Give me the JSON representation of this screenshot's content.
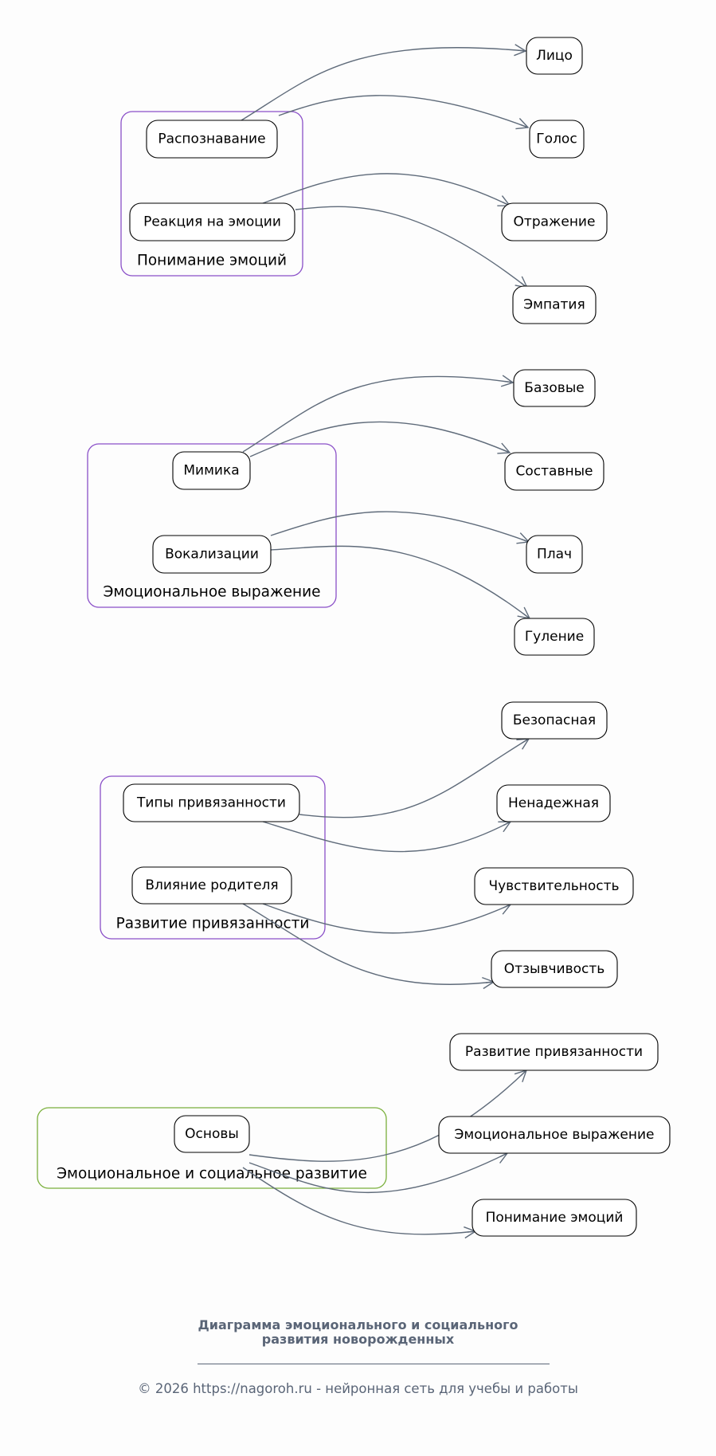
{
  "colors": {
    "background": "#fdfdfd",
    "cluster_purple": "#8a4fc8",
    "cluster_green": "#7ab03c",
    "edge": "#5f6b7a",
    "footer_text": "#5a6577"
  },
  "clusters": [
    {
      "id": "understanding",
      "label": "Понимание эмоций",
      "color": "purple",
      "nodes": [
        {
          "id": "recognition",
          "label": "Распознавание"
        },
        {
          "id": "reaction",
          "label": "Реакция на эмоции"
        }
      ]
    },
    {
      "id": "expression",
      "label": "Эмоциональное выражение",
      "color": "purple",
      "nodes": [
        {
          "id": "mimicry",
          "label": "Мимика"
        },
        {
          "id": "vocalization",
          "label": "Вокализации"
        }
      ]
    },
    {
      "id": "attachment",
      "label": "Развитие привязанности",
      "color": "purple",
      "nodes": [
        {
          "id": "types",
          "label": "Типы привязанности"
        },
        {
          "id": "parent",
          "label": "Влияние родителя"
        }
      ]
    },
    {
      "id": "root",
      "label": "Эмоциональное и социальное развитие",
      "color": "green",
      "nodes": [
        {
          "id": "basics",
          "label": "Основы"
        }
      ]
    }
  ],
  "leaf_nodes": [
    {
      "id": "face",
      "label": "Лицо"
    },
    {
      "id": "voice",
      "label": "Голос"
    },
    {
      "id": "reflection",
      "label": "Отражение"
    },
    {
      "id": "empathy",
      "label": "Эмпатия"
    },
    {
      "id": "basic",
      "label": "Базовые"
    },
    {
      "id": "complex",
      "label": "Составные"
    },
    {
      "id": "crying",
      "label": "Плач"
    },
    {
      "id": "cooing",
      "label": "Гуление"
    },
    {
      "id": "secure",
      "label": "Безопасная"
    },
    {
      "id": "insecure",
      "label": "Ненадежная"
    },
    {
      "id": "sensitivity",
      "label": "Чувствительность"
    },
    {
      "id": "responsiveness",
      "label": "Отзывчивость"
    },
    {
      "id": "ref_attachment",
      "label": "Развитие привязанности"
    },
    {
      "id": "ref_expression",
      "label": "Эмоциональное выражение"
    },
    {
      "id": "ref_understanding",
      "label": "Понимание эмоций"
    }
  ],
  "edges": [
    {
      "from": "recognition",
      "to": "face"
    },
    {
      "from": "recognition",
      "to": "voice"
    },
    {
      "from": "reaction",
      "to": "reflection"
    },
    {
      "from": "reaction",
      "to": "empathy"
    },
    {
      "from": "mimicry",
      "to": "basic"
    },
    {
      "from": "mimicry",
      "to": "complex"
    },
    {
      "from": "vocalization",
      "to": "crying"
    },
    {
      "from": "vocalization",
      "to": "cooing"
    },
    {
      "from": "types",
      "to": "secure"
    },
    {
      "from": "types",
      "to": "insecure"
    },
    {
      "from": "parent",
      "to": "sensitivity"
    },
    {
      "from": "parent",
      "to": "responsiveness"
    },
    {
      "from": "basics",
      "to": "ref_attachment"
    },
    {
      "from": "basics",
      "to": "ref_expression"
    },
    {
      "from": "basics",
      "to": "ref_understanding"
    }
  ],
  "footer": {
    "title_line1": "Диаграмма эмоционального и социального",
    "title_line2": "развития новорожденных",
    "copyright": "© 2026 https://nagoroh.ru - нейронная сеть для учебы и работы"
  }
}
